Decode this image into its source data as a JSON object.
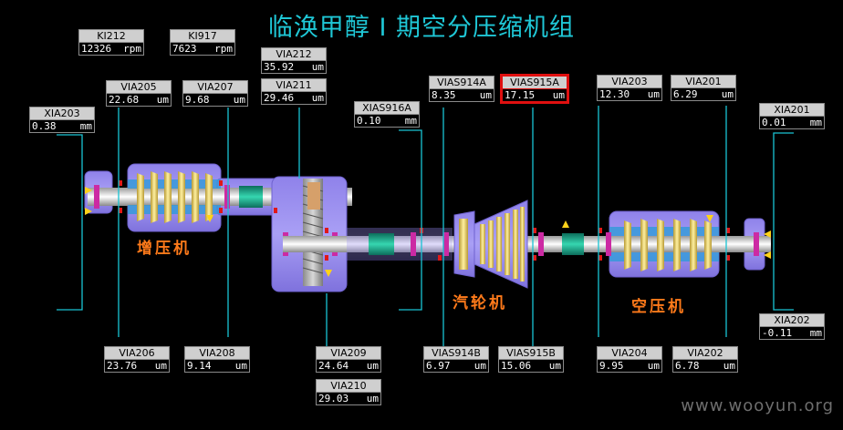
{
  "title": "临涣甲醇 I 期空分压缩机组",
  "units": {
    "speed": "rpm",
    "micron": "um",
    "mm": "mm"
  },
  "tags": {
    "KI212": {
      "name": "KI212",
      "value": "12326",
      "unit": "rpm"
    },
    "KI917": {
      "name": "KI917",
      "value": "7623",
      "unit": "rpm"
    },
    "VIA212": {
      "name": "VIA212",
      "value": "35.92",
      "unit": "um"
    },
    "VIA205": {
      "name": "VIA205",
      "value": "22.68",
      "unit": "um"
    },
    "VIA207": {
      "name": "VIA207",
      "value": "9.68",
      "unit": "um"
    },
    "VIA211": {
      "name": "VIA211",
      "value": "29.46",
      "unit": "um"
    },
    "XIA203": {
      "name": "XIA203",
      "value": "0.38",
      "unit": "mm"
    },
    "XIAS916A": {
      "name": "XIAS916A",
      "value": "0.10",
      "unit": "mm"
    },
    "VIAS914A": {
      "name": "VIAS914A",
      "value": "8.35",
      "unit": "um"
    },
    "VIAS915A": {
      "name": "VIAS915A",
      "value": "17.15",
      "unit": "um"
    },
    "VIA203": {
      "name": "VIA203",
      "value": "12.30",
      "unit": "um"
    },
    "VIA201": {
      "name": "VIA201",
      "value": "6.29",
      "unit": "um"
    },
    "XIA201": {
      "name": "XIA201",
      "value": "0.01",
      "unit": "mm"
    },
    "VIA206": {
      "name": "VIA206",
      "value": "23.76",
      "unit": "um"
    },
    "VIA208": {
      "name": "VIA208",
      "value": "9.14",
      "unit": "um"
    },
    "VIA209": {
      "name": "VIA209",
      "value": "24.64",
      "unit": "um"
    },
    "VIA210": {
      "name": "VIA210",
      "value": "29.03",
      "unit": "um"
    },
    "VIAS914B": {
      "name": "VIAS914B",
      "value": "6.97",
      "unit": "um"
    },
    "VIAS915B": {
      "name": "VIAS915B",
      "value": "15.06",
      "unit": "um"
    },
    "VIA204": {
      "name": "VIA204",
      "value": "9.95",
      "unit": "um"
    },
    "VIA202": {
      "name": "VIA202",
      "value": "6.78",
      "unit": "um"
    },
    "XIA202": {
      "name": "XIA202",
      "value": "-0.11",
      "unit": "mm"
    }
  },
  "labels": {
    "booster": "增压机",
    "turbine": "汽轮机",
    "air_compressor": "空压机"
  },
  "colors": {
    "title": "#1fc7d6",
    "lead_line": "#19c4d4",
    "casing": "#9a8df0",
    "casing_edge": "#6f62d0",
    "shaft": "#e8e8e8",
    "coupling": "#1aa58a",
    "impeller": "#e7d27a",
    "label": "#ff7a1a",
    "alarm": "#e01010"
  },
  "watermark": "www.wooyun.org"
}
